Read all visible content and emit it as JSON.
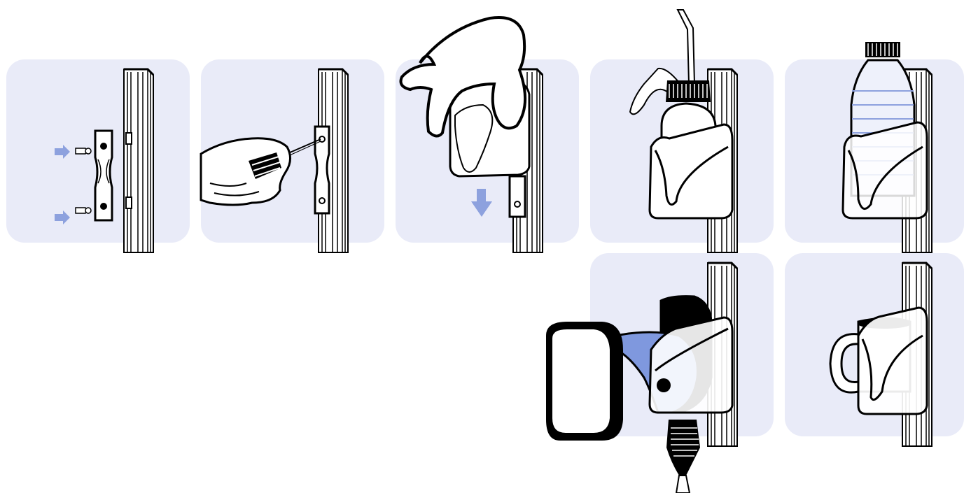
{
  "colors": {
    "panel_bg": "#e9ebf8",
    "accent_blue": "#8da1de",
    "drill_blue": "#7f98de",
    "outline": "#000000",
    "fill_white": "#ffffff"
  },
  "steps": [
    {
      "id": 1,
      "icons": [
        "rail-icon",
        "mounting-plate-icon",
        "screw-icon",
        "arrow-right-icon"
      ]
    },
    {
      "id": 2,
      "icons": [
        "rail-icon",
        "hand-icon",
        "screwdriver-icon"
      ]
    },
    {
      "id": 3,
      "icons": [
        "rail-icon",
        "hand-icon",
        "holder-icon",
        "arrow-down-icon"
      ]
    },
    {
      "id": 4,
      "icons": [
        "rail-icon",
        "holder-icon",
        "squeeze-bottle-icon"
      ]
    },
    {
      "id": 5,
      "icons": [
        "rail-icon",
        "holder-icon",
        "water-bottle-icon"
      ]
    },
    {
      "id": 6,
      "icons": [
        "rail-icon",
        "holder-icon",
        "power-drill-icon"
      ]
    },
    {
      "id": 7,
      "icons": [
        "rail-icon",
        "holder-icon",
        "mug-icon"
      ]
    }
  ]
}
